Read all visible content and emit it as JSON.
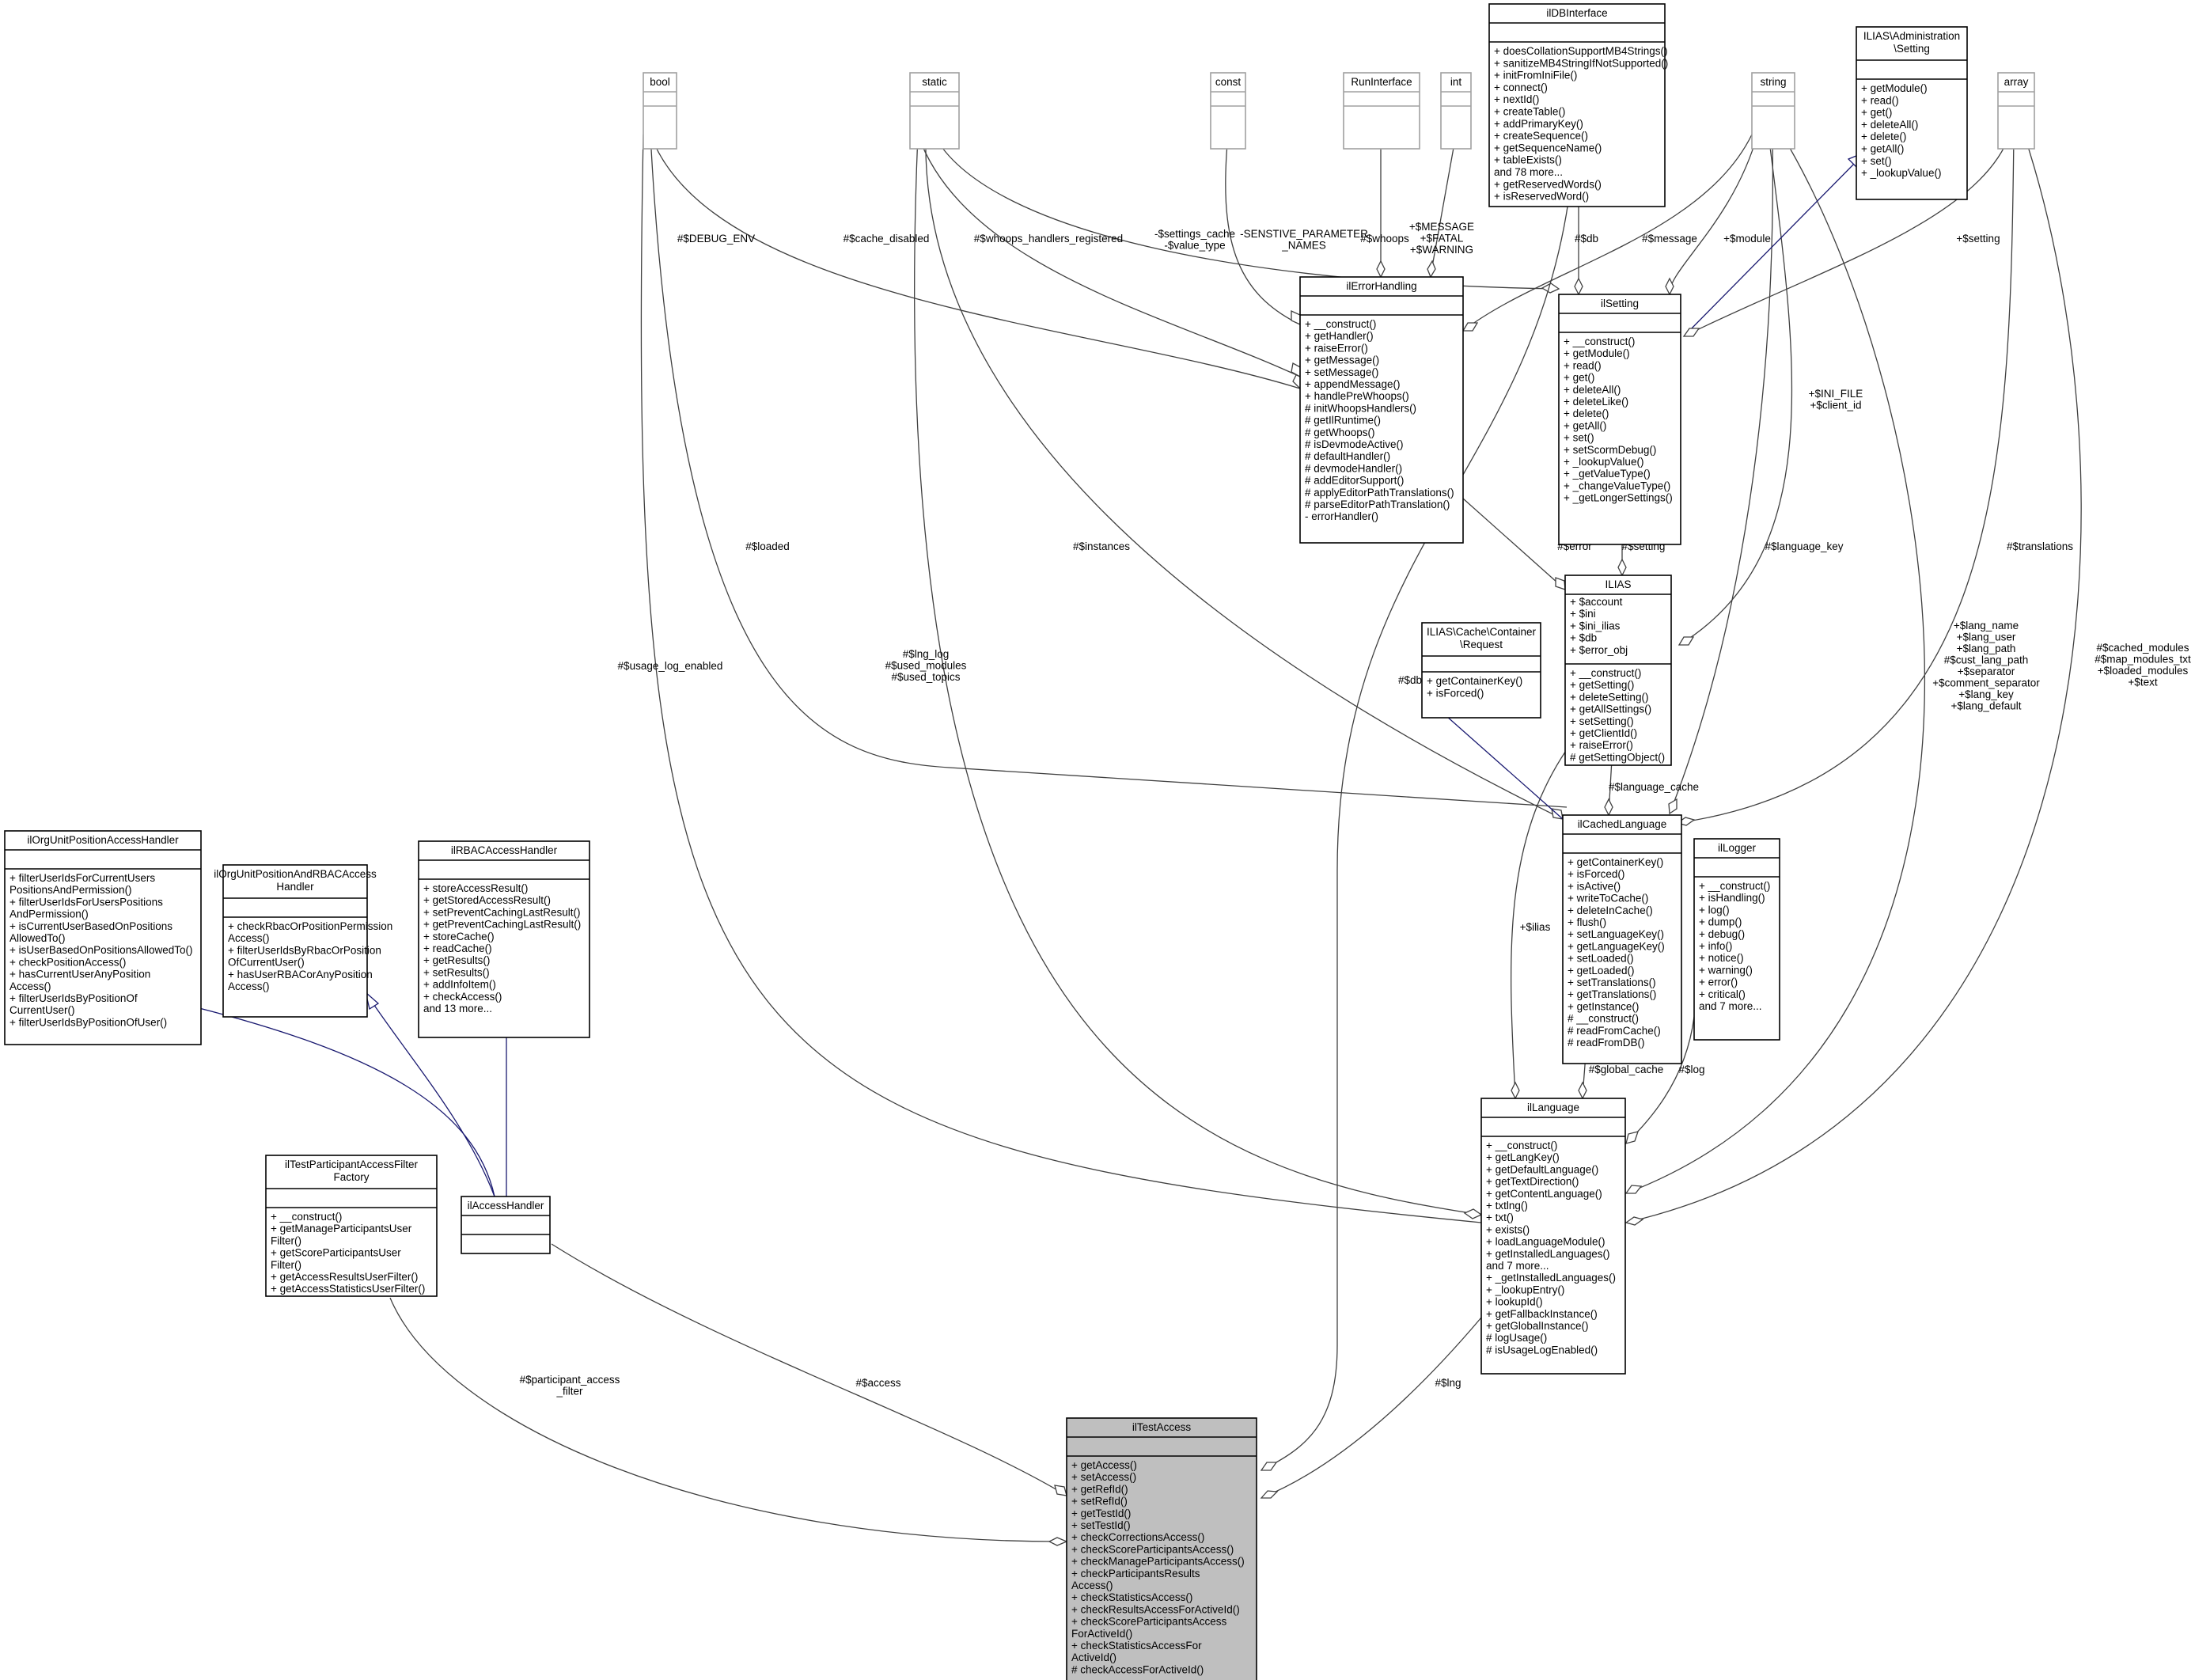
{
  "classes": [
    {
      "id": "bool",
      "title": [
        "bool"
      ],
      "attrs": [],
      "methods": []
    },
    {
      "id": "static",
      "title": [
        "static"
      ],
      "attrs": [],
      "methods": []
    },
    {
      "id": "const",
      "title": [
        "const"
      ],
      "attrs": [],
      "methods": []
    },
    {
      "id": "RunInterface",
      "title": [
        "RunInterface"
      ],
      "attrs": [],
      "methods": []
    },
    {
      "id": "int",
      "title": [
        "int"
      ],
      "attrs": [],
      "methods": []
    },
    {
      "id": "ilDBInterface",
      "title": [
        "ilDBInterface"
      ],
      "attrs": [],
      "methods": [
        "+ doesCollationSupportMB4Strings()",
        "+ sanitizeMB4StringIfNotSupported()",
        "+ initFromIniFile()",
        "+ connect()",
        "+ nextId()",
        "+ createTable()",
        "+ addPrimaryKey()",
        "+ createSequence()",
        "+ getSequenceName()",
        "+ tableExists()",
        "and 78 more...",
        "+ getReservedWords()",
        "+ isReservedWord()"
      ]
    },
    {
      "id": "string",
      "title": [
        "string"
      ],
      "attrs": [],
      "methods": []
    },
    {
      "id": "AdminSetting",
      "title": [
        "ILIAS\\Administration",
        "\\Setting"
      ],
      "attrs": [],
      "methods": [
        "+ getModule()",
        "+ read()",
        "+ get()",
        "+ deleteAll()",
        "+ delete()",
        "+ getAll()",
        "+ set()",
        "+ _lookupValue()"
      ]
    },
    {
      "id": "array",
      "title": [
        "array"
      ],
      "attrs": [],
      "methods": []
    },
    {
      "id": "ilErrorHandling",
      "title": [
        "ilErrorHandling"
      ],
      "attrs": [],
      "methods": [
        "+ __construct()",
        "+ getHandler()",
        "+ raiseError()",
        "+ getMessage()",
        "+ setMessage()",
        "+ appendMessage()",
        "+ handlePreWhoops()",
        "# initWhoopsHandlers()",
        "# getIlRuntime()",
        "# getWhoops()",
        "# isDevmodeActive()",
        "# defaultHandler()",
        "# devmodeHandler()",
        "# addEditorSupport()",
        "# applyEditorPathTranslations()",
        "# parseEditorPathTranslation()",
        "- errorHandler()"
      ]
    },
    {
      "id": "ilSetting",
      "title": [
        "ilSetting"
      ],
      "attrs": [],
      "methods": [
        "+ __construct()",
        "+ getModule()",
        "+ read()",
        "+ get()",
        "+ deleteAll()",
        "+ deleteLike()",
        "+ delete()",
        "+ getAll()",
        "+ set()",
        "+ setScormDebug()",
        "+ _lookupValue()",
        "+ _getValueType()",
        "+ _changeValueType()",
        "+ _getLongerSettings()"
      ]
    },
    {
      "id": "ILIAS",
      "title": [
        "ILIAS"
      ],
      "attrs": [
        "+ $account",
        "+ $ini",
        "+ $ini_ilias",
        "+ $db",
        "+ $error_obj"
      ],
      "methods": [
        "+ __construct()",
        "+ getSetting()",
        "+ deleteSetting()",
        "+ getAllSettings()",
        "+ setSetting()",
        "+ getClientId()",
        "+ raiseError()",
        "# getSettingObject()"
      ]
    },
    {
      "id": "CacheRequest",
      "title": [
        "ILIAS\\Cache\\Container",
        "\\Request"
      ],
      "attrs": [],
      "methods": [
        "+ getContainerKey()",
        "+ isForced()"
      ]
    },
    {
      "id": "ilCachedLanguage",
      "title": [
        "ilCachedLanguage"
      ],
      "attrs": [],
      "methods": [
        "+ getContainerKey()",
        "+ isForced()",
        "+ isActive()",
        "+ writeToCache()",
        "+ deleteInCache()",
        "+ flush()",
        "+ setLanguageKey()",
        "+ getLanguageKey()",
        "+ setLoaded()",
        "+ getLoaded()",
        "+ setTranslations()",
        "+ getTranslations()",
        "+ getInstance()",
        "# __construct()",
        "# readFromCache()",
        "# readFromDB()"
      ]
    },
    {
      "id": "ilLogger",
      "title": [
        "ilLogger"
      ],
      "attrs": [],
      "methods": [
        "+ __construct()",
        "+ isHandling()",
        "+ log()",
        "+ dump()",
        "+ debug()",
        "+ info()",
        "+ notice()",
        "+ warning()",
        "+ error()",
        "+ critical()",
        "and 7 more..."
      ]
    },
    {
      "id": "ilOrgUnitPosAccessHandler",
      "title": [
        "ilOrgUnitPositionAccessHandler"
      ],
      "attrs": [],
      "methods": [
        "+ filterUserIdsForCurrentUsers",
        "PositionsAndPermission()",
        "+ filterUserIdsForUsersPositions",
        "AndPermission()",
        "+ isCurrentUserBasedOnPositions",
        "AllowedTo()",
        "+ isUserBasedOnPositionsAllowedTo()",
        "+ checkPositionAccess()",
        "+ hasCurrentUserAnyPosition",
        "Access()",
        "+ filterUserIdsByPositionOf",
        "CurrentUser()",
        "+ filterUserIdsByPositionOfUser()"
      ]
    },
    {
      "id": "ilOrgUnitPosRBAC",
      "title": [
        "ilOrgUnitPositionAndRBACAccess",
        "Handler"
      ],
      "attrs": [],
      "methods": [
        "+ checkRbacOrPositionPermission",
        "Access()",
        "+ filterUserIdsByRbacOrPosition",
        "OfCurrentUser()",
        "+ hasUserRBACorAnyPosition",
        "Access()"
      ]
    },
    {
      "id": "ilRBACAccessHandler",
      "title": [
        "ilRBACAccessHandler"
      ],
      "attrs": [],
      "methods": [
        "+ storeAccessResult()",
        "+ getStoredAccessResult()",
        "+ setPreventCachingLastResult()",
        "+ getPreventCachingLastResult()",
        "+ storeCache()",
        "+ readCache()",
        "+ getResults()",
        "+ setResults()",
        "+ addInfoItem()",
        "+ checkAccess()",
        "and 13 more..."
      ]
    },
    {
      "id": "ilTestPAFF",
      "title": [
        "ilTestParticipantAccessFilter",
        "Factory"
      ],
      "attrs": [],
      "methods": [
        "+ __construct()",
        "+ getManageParticipantsUser",
        "Filter()",
        "+ getScoreParticipantsUser",
        "Filter()",
        "+ getAccessResultsUserFilter()",
        "+ getAccessStatisticsUserFilter()"
      ]
    },
    {
      "id": "ilAccessHandler",
      "title": [
        "ilAccessHandler"
      ],
      "attrs": [],
      "methods": []
    },
    {
      "id": "ilLanguage",
      "title": [
        "ilLanguage"
      ],
      "attrs": [],
      "methods": [
        "+ __construct()",
        "+ getLangKey()",
        "+ getDefaultLanguage()",
        "+ getTextDirection()",
        "+ getContentLanguage()",
        "+ txtlng()",
        "+ txt()",
        "+ exists()",
        "+ loadLanguageModule()",
        "+ getInstalledLanguages()",
        "and 7 more...",
        "+ _getInstalledLanguages()",
        "+ _lookupEntry()",
        "+ lookupId()",
        "+ getFallbackInstance()",
        "+ getGlobalInstance()",
        "# logUsage()",
        "# isUsageLogEnabled()"
      ]
    },
    {
      "id": "ilTestAccess",
      "title": [
        "ilTestAccess"
      ],
      "attrs": [],
      "methods": [
        "+ getAccess()",
        "+ setAccess()",
        "+ getRefId()",
        "+ setRefId()",
        "+ getTestId()",
        "+ setTestId()",
        "+ checkCorrectionsAccess()",
        "+ checkScoreParticipantsAccess()",
        "+ checkManageParticipantsAccess()",
        "+ checkParticipantsResults",
        "Access()",
        "+ checkStatisticsAccess()",
        "+ checkResultsAccessForActiveId()",
        "+ checkScoreParticipantsAccess",
        "ForActiveId()",
        "+ checkStatisticsAccessFor",
        "ActiveId()",
        "# checkAccessForActiveId()"
      ]
    }
  ],
  "edge_labels": {
    "debug_env": "#$DEBUG_ENV",
    "cache_disabled": "#$cache_disabled",
    "whoops_registered": "#$whoops_handlers_registered",
    "settings_cache": [
      "-$settings_cache",
      "-$value_type"
    ],
    "sensitive": [
      "-SENSTIVE_PARAMETER",
      "_NAMES"
    ],
    "whoops": "#$whoops",
    "message_consts": [
      "+$MESSAGE",
      "+$FATAL",
      "+$WARNING"
    ],
    "db_setting": "#$db",
    "message": "#$message",
    "module": "+$module",
    "setting_arr": "+$setting",
    "ini_file": [
      "+$INI_FILE",
      "+$client_id"
    ],
    "loaded": "#$loaded",
    "instances": "#$instances",
    "error": "#$error",
    "setting": "#$setting",
    "language_key": "#$language_key",
    "translations": "#$translations",
    "usage_log": "#$usage_log_enabled",
    "lng_log": [
      "#$lng_log",
      "#$used_modules",
      "#$used_topics"
    ],
    "db_test": "#$db",
    "lang_strings": [
      "+$lang_name",
      "+$lang_user",
      "+$lang_path",
      "#$cust_lang_path",
      "+$separator",
      "+$comment_separator",
      "+$lang_key",
      "+$lang_default"
    ],
    "cached_modules": [
      "#$cached_modules",
      "#$map_modules_txt",
      "+$loaded_modules",
      "+$text"
    ],
    "language_cache": "#$language_cache",
    "ilias": "+$ilias",
    "global_cache": "#$global_cache",
    "log": "#$log",
    "participant_filter": [
      "#$participant_access",
      "_filter"
    ],
    "access": "#$access",
    "lng": "#$lng"
  }
}
